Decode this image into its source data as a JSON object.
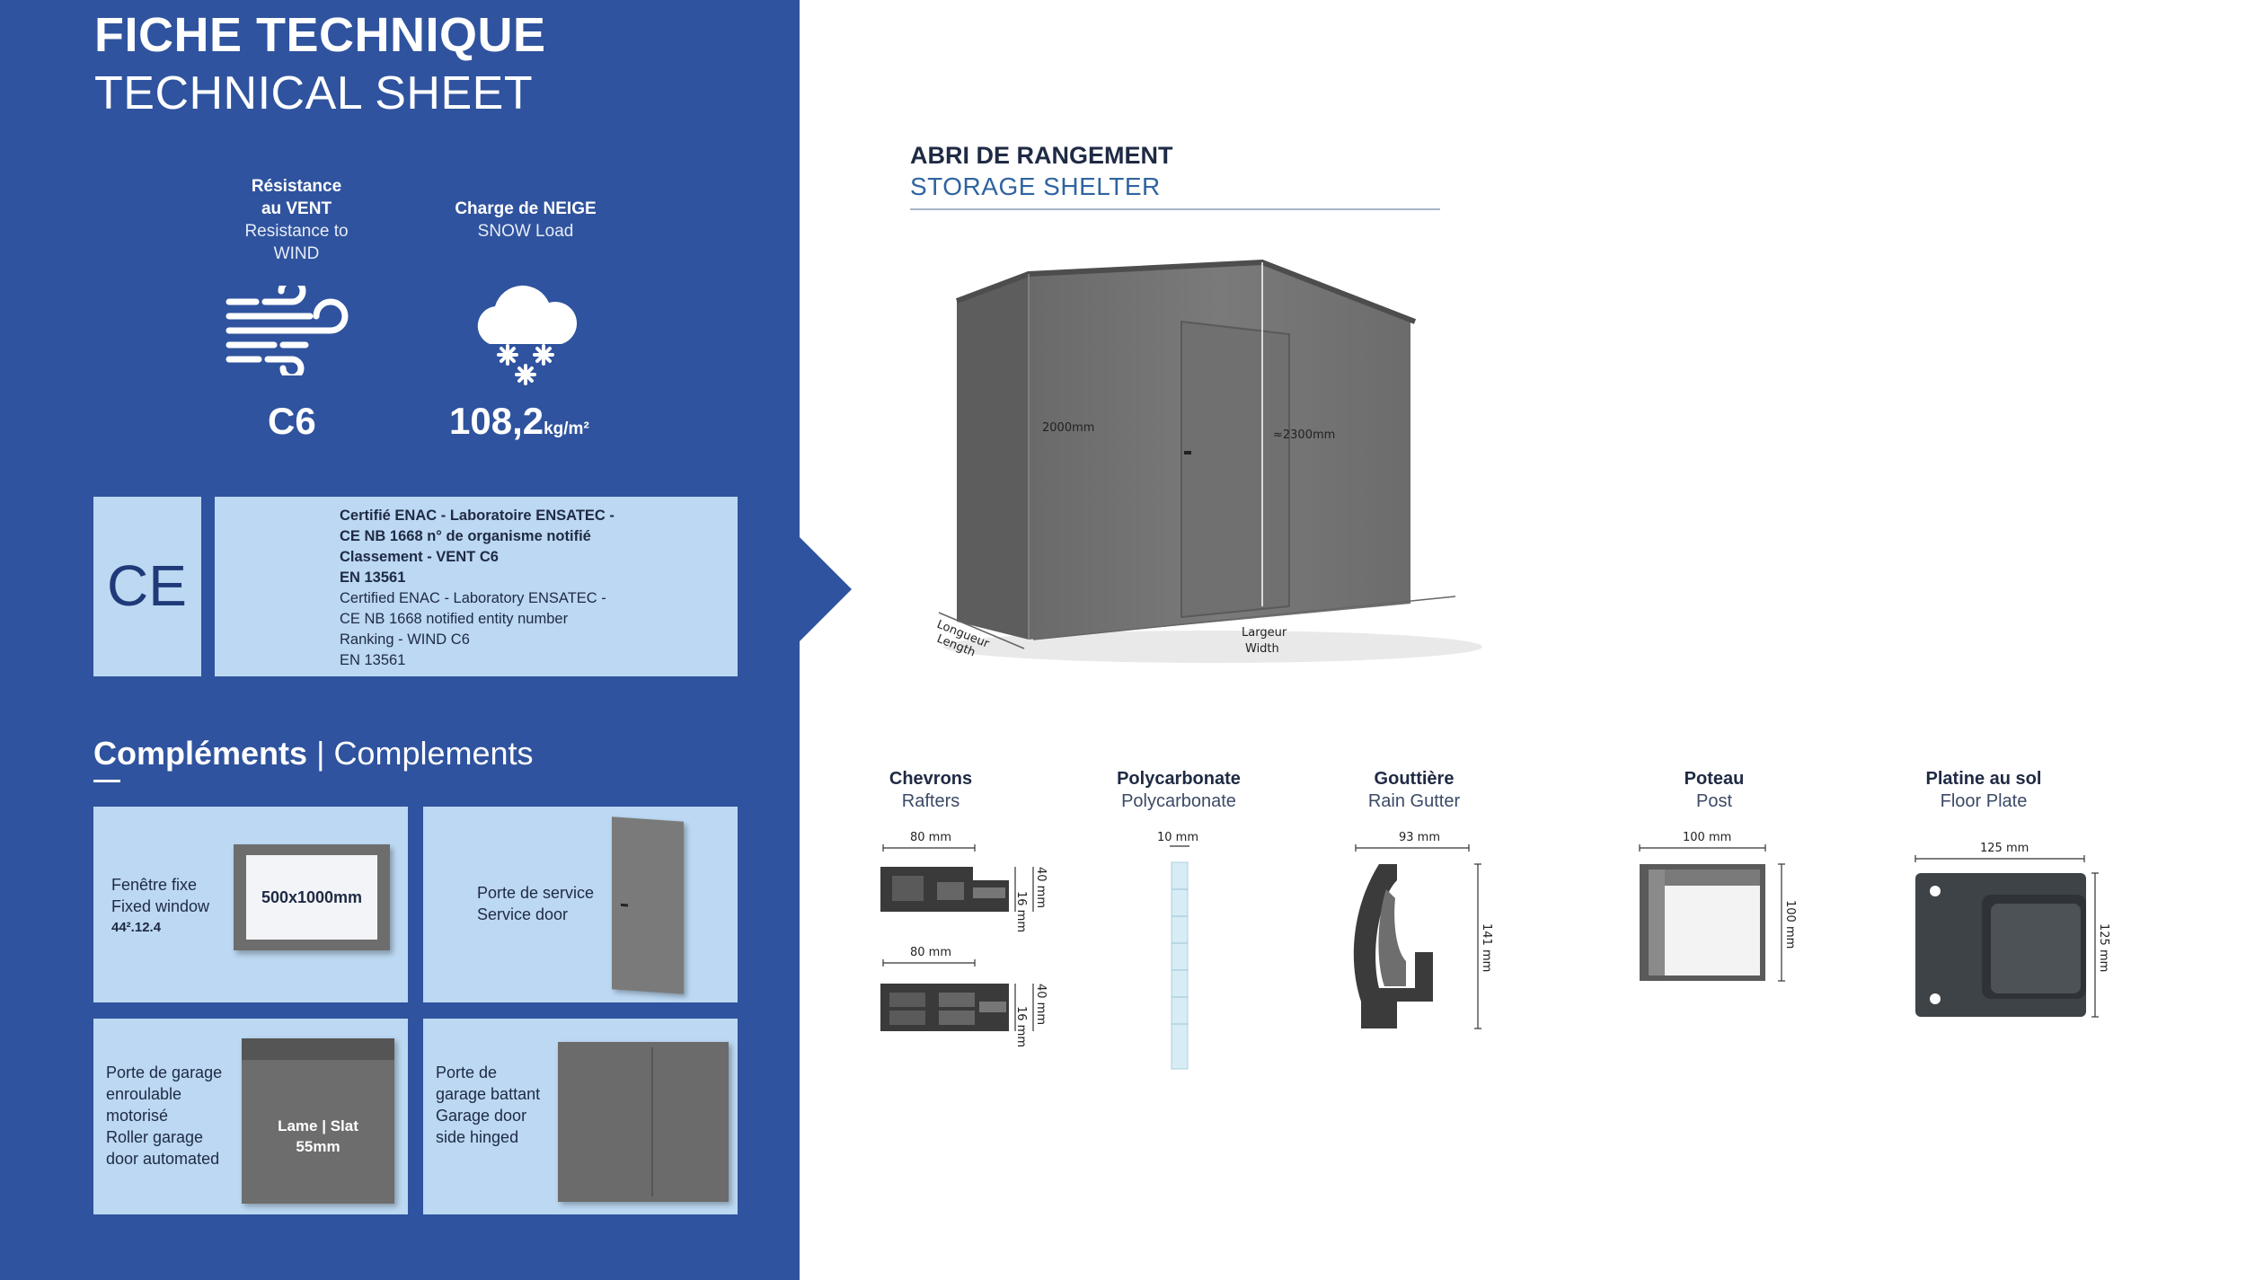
{
  "header": {
    "title_fr": "FICHE TECHNIQUE",
    "title_en": "TECHNICAL SHEET"
  },
  "wind": {
    "label_fr_1": "Résistance",
    "label_fr_2": "au VENT",
    "label_en_1": "Resistance to",
    "label_en_2": "WIND",
    "icon": "wind-icon",
    "value": "C6"
  },
  "snow": {
    "label_fr": "Charge de NEIGE",
    "label_en": "SNOW Load",
    "icon": "snow-cloud-icon",
    "value": "108,2",
    "unit": "kg/m²"
  },
  "certification": {
    "mark": "CE",
    "fr_lines": [
      "Certifié ENAC - Laboratoire ENSATEC -",
      "CE NB 1668 n° de organisme notifié",
      "Classement - VENT C6",
      "EN 13561"
    ],
    "en_lines": [
      "Certified ENAC - Laboratory ENSATEC -",
      "CE NB 1668 notified entity number",
      "Ranking - WIND C6",
      "EN 13561"
    ]
  },
  "complements": {
    "title_fr": "Compléments",
    "separator": "|",
    "title_en": "Complements",
    "items": [
      {
        "fr": "Fenêtre fixe",
        "en": "Fixed window",
        "code": "44².12.4",
        "image_label": "500x1000mm"
      },
      {
        "fr": "Porte de service",
        "en": "Service door"
      },
      {
        "fr_1": "Porte de garage",
        "fr_2": "enroulable",
        "fr_3": "motorisé",
        "en_1": "Roller garage",
        "en_2": "door automated",
        "image_label_1": "Lame | Slat",
        "image_label_2": "55mm"
      },
      {
        "fr_1": "Porte de",
        "fr_2": "garage battant",
        "en_1": "Garage door",
        "en_2": "side hinged"
      }
    ]
  },
  "shelter": {
    "title_fr": "ABRI DE RANGEMENT",
    "title_en": "STORAGE SHELTER",
    "dim_height_low": "2000mm",
    "dim_height_high": "≈2300mm",
    "dim_width_fr": "Largeur",
    "dim_width_en": "Width",
    "dim_length_fr": "Longueur",
    "dim_length_en": "Length"
  },
  "profiles": [
    {
      "fr": "Chevrons",
      "en": "Rafters",
      "dims": [
        "80 mm",
        "16 mm",
        "40 mm",
        "80 mm",
        "16 mm",
        "40 mm"
      ]
    },
    {
      "fr": "Polycarbonate",
      "en": "Polycarbonate",
      "dims": [
        "10 mm"
      ]
    },
    {
      "fr": "Gouttière",
      "en": "Rain Gutter",
      "dims": [
        "93 mm",
        "141 mm"
      ]
    },
    {
      "fr": "Poteau",
      "en": "Post",
      "dims": [
        "100 mm",
        "100 mm"
      ]
    },
    {
      "fr": "Platine au sol",
      "en": "Floor Plate",
      "dims": [
        "125 mm",
        "125 mm"
      ]
    }
  ],
  "colors": {
    "panel_blue": "#2f539e",
    "card_light_blue": "#bcd8f2",
    "metal_grey": "#6d6d6d",
    "title_navy": "#1f2a44",
    "subtitle_blue": "#2f64a0"
  }
}
